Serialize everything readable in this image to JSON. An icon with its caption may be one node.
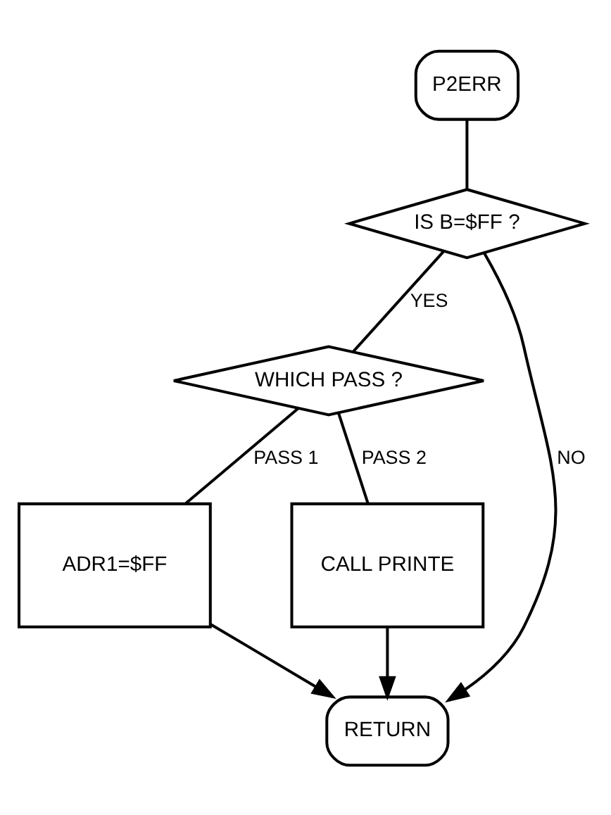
{
  "diagram": {
    "nodes": [
      {
        "text": [
          "P2ERR"
        ]
      },
      {
        "text": [
          "IS B=$FF ?"
        ]
      },
      {
        "text": [
          "WHICH PASS ?"
        ]
      },
      {
        "text": [
          "ADR1=$FF"
        ]
      },
      {
        "text": [
          "CALL PRINTE"
        ]
      },
      {
        "text": [
          "RETURN"
        ]
      }
    ],
    "edges": [
      {
        "from": 0,
        "to": 1,
        "arrow": "none"
      },
      {
        "from": 1,
        "to": 2,
        "arrow": "none",
        "label": "YES"
      },
      {
        "from": 1,
        "to": 5,
        "arrow": "to",
        "label": "NO"
      },
      {
        "from": 2,
        "to": 3,
        "arrow": "none",
        "label": "PASS 1"
      },
      {
        "from": 2,
        "to": 4,
        "arrow": "none",
        "label": "PASS 2"
      },
      {
        "from": 3,
        "to": 5,
        "arrow": "to"
      },
      {
        "from": 4,
        "to": 5,
        "arrow": "to"
      }
    ]
  }
}
